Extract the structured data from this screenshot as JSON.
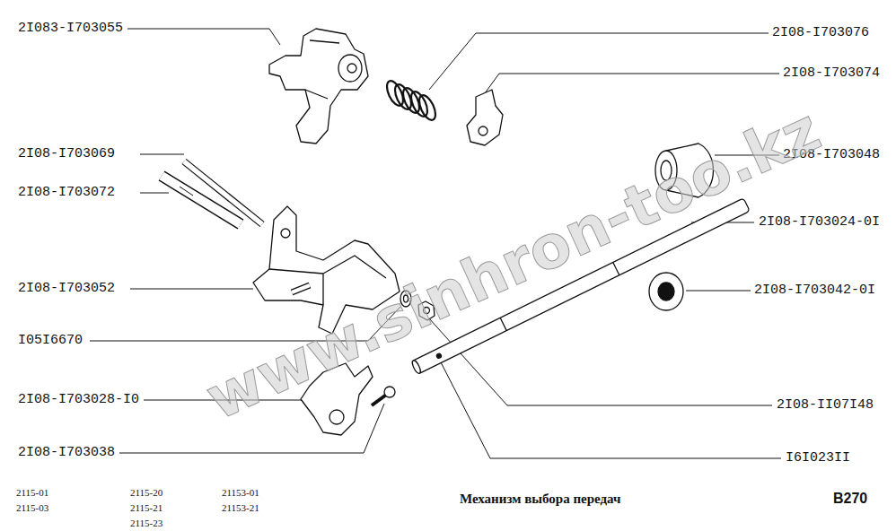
{
  "diagram": {
    "title": "Механизм выбора передач",
    "labels": [
      "2I083-I703055",
      "2I08-I703076",
      "2I08-I703074",
      "2I08-I703069",
      "2I08-I703072",
      "2I08-I703048",
      "2I08-I703024-0I",
      "2I08-I703052",
      "2I08-I703042-0I",
      "I05I6670",
      "2I08-II07I48",
      "2I08-I703028-I0",
      "I6I023II",
      "2I08-I703038",
      "2115-01",
      "2115-03",
      "2115-20",
      "2115-21",
      "2115-23",
      "21153-01",
      "21153-21",
      "B270",
      "www.sinhron-too.kz"
    ]
  }
}
